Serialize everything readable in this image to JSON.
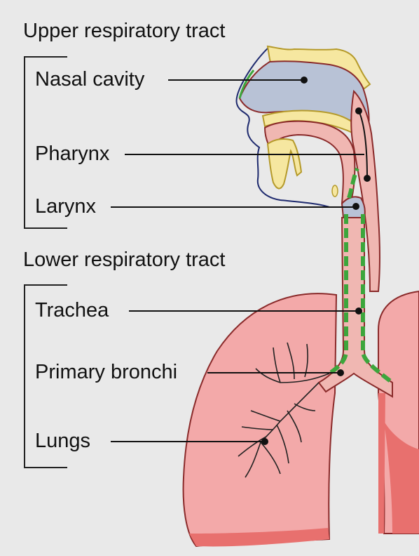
{
  "sections": {
    "upper": {
      "title": "Upper respiratory tract",
      "labels": [
        "Nasal cavity",
        "Pharynx",
        "Larynx"
      ]
    },
    "lower": {
      "title": "Lower respiratory tract",
      "labels": [
        "Trachea",
        "Primary bronchi",
        "Lungs"
      ]
    }
  },
  "colors": {
    "background": "#e9e9e9",
    "lung_fill": "#f3a9a9",
    "lung_dark": "#e8706e",
    "airway_fill": "#f0b7b2",
    "nasal_fill": "#b8c2d6",
    "bone_fill": "#f6e7a0",
    "mucosa_green": "#3ca63c",
    "outline": "#8a2a2a"
  }
}
